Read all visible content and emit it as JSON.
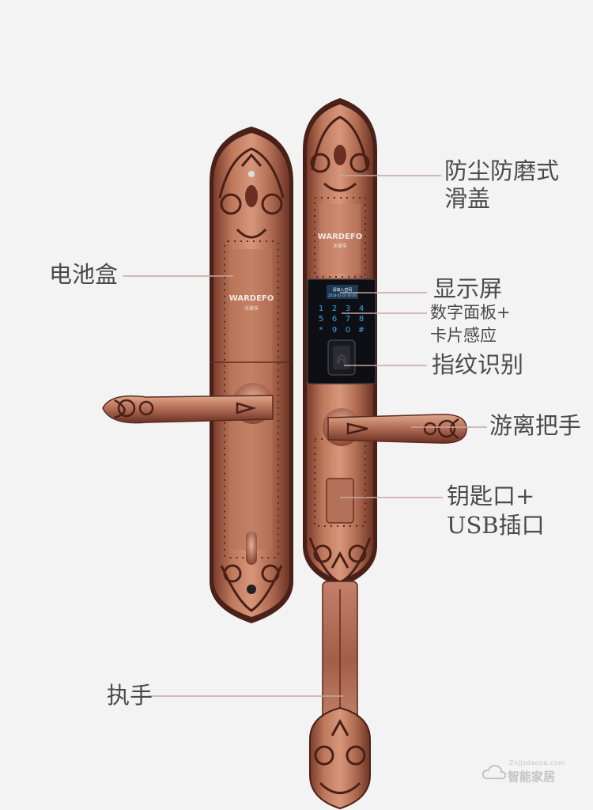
{
  "brand": {
    "logo_text": "WARDEFO",
    "logo_subtext": "沃德孚"
  },
  "screen": {
    "line1": "请输入密码",
    "line2": "2018-01-01 00:00"
  },
  "keypad": [
    "1",
    "2",
    "3",
    "4",
    "5",
    "6",
    "7",
    "8",
    "*",
    "9",
    "0",
    "#"
  ],
  "labels": {
    "dust_cover_line1": "防尘防磨式",
    "dust_cover_line2": "滑盖",
    "battery_box": "电池盒",
    "display": "显示屏",
    "keypad_line1": "数字面板+",
    "keypad_line2": "卡片感应",
    "fingerprint": "指纹识别",
    "handle": "游离把手",
    "key_line1": "钥匙口+",
    "key_line2": "USB插口",
    "grip": "执手"
  },
  "watermark": {
    "top": "Znjjsdaooa.com",
    "main": "智能家居"
  },
  "colors": {
    "copper": "#b06c52",
    "copper_light": "#d79a7c",
    "copper_dark": "#5a2a1e",
    "panel": "#0d0f14",
    "keypad_glow": "#39a7e8",
    "leader": "#c7a79d",
    "text": "#4a4a4a"
  }
}
